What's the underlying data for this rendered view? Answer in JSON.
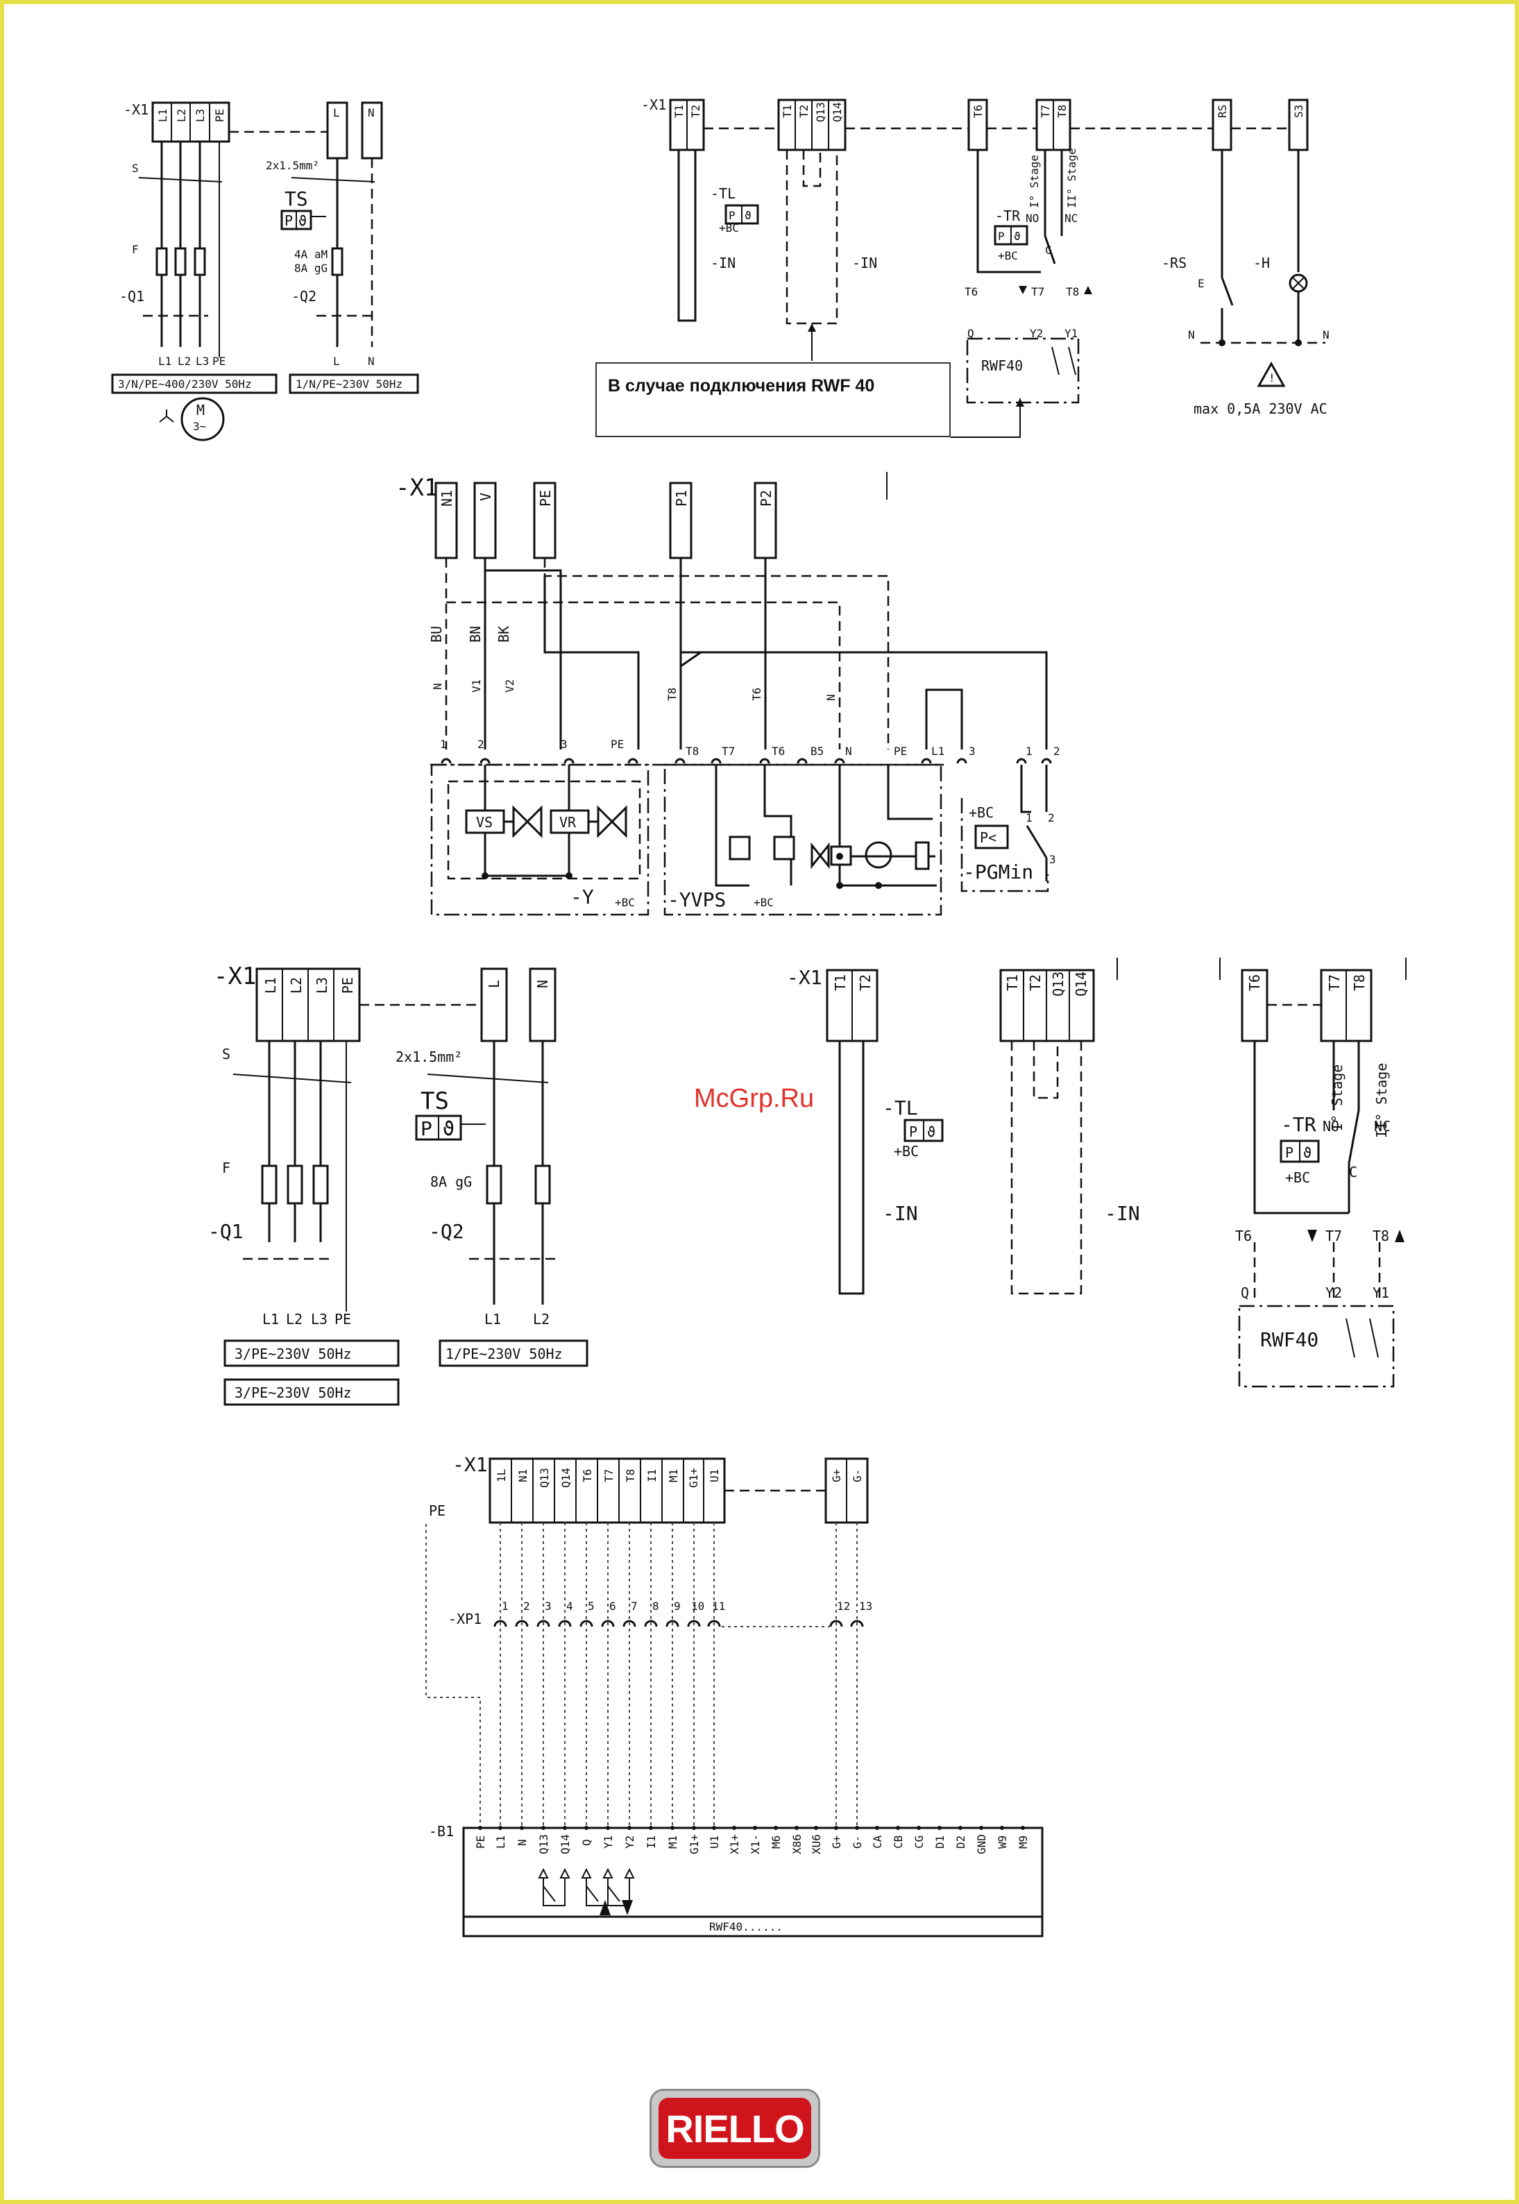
{
  "colors": {
    "border": "#e8e04a",
    "watermark": "#e0322a",
    "logo_red": "#d0141b"
  },
  "note": "В случае подключения RWF 40",
  "watermark": "McGrp.Ru",
  "logo": "RIELLO",
  "d1": {
    "x1": "-X1",
    "terms": [
      "L1",
      "L2",
      "L3",
      "PE"
    ],
    "terms2": [
      "L",
      "N"
    ],
    "s": "S",
    "f": "F",
    "q1": "-Q1",
    "q2": "-Q2",
    "ts": "TS",
    "cable": "2x1.5mm²",
    "fuse1": "4A aM",
    "fuse2": "8A gG",
    "out1": [
      "L1",
      "L2",
      "L3",
      "PE"
    ],
    "out2": [
      "L",
      "N"
    ],
    "supply1": "3/N/PE~400/230V 50Hz",
    "supply2": "1/N/PE~230V 50Hz",
    "motor": "M",
    "motor_sub": "3~",
    "p": "P",
    "theta": "ϑ"
  },
  "d2": {
    "x1": "-X1",
    "t_a": [
      "T1",
      "T2"
    ],
    "t_b": [
      "T1",
      "T2",
      "Q13",
      "Q14"
    ],
    "t_c": [
      "T6",
      "T7",
      "T8"
    ],
    "t_d": [
      "RS",
      "S3"
    ],
    "tl": "-TL",
    "in": "-IN",
    "bc": "+BC",
    "tr": "-TR",
    "no": "NO",
    "nc": "NC",
    "c": "C",
    "stage1": "I° Stage",
    "stage2": "II° Stage",
    "rwf_terms": [
      "T6",
      "T7",
      "T8"
    ],
    "q": "Q",
    "y2": "Y2",
    "y1": "Y1",
    "rwf": "RWF40",
    "rs": "-RS",
    "h": "-H",
    "e": "E",
    "n": "N",
    "max": "max 0,5A 230V AC"
  },
  "d3": {
    "x1": "-X1",
    "terms": [
      "N1",
      "V",
      "PE",
      "P1",
      "P2"
    ],
    "wires": [
      "BU",
      "BN",
      "BK"
    ],
    "v_lbl": [
      "N",
      "V1",
      "V2"
    ],
    "t_lbl": [
      "T8",
      "T6",
      "N"
    ],
    "pins_y": [
      "1",
      "2",
      "3",
      "PE"
    ],
    "pins_yvps": [
      "T8",
      "T7",
      "T6",
      "B5",
      "N",
      "PE",
      "L1",
      "3"
    ],
    "pins_pg": [
      "1",
      "2"
    ],
    "vs": "VS",
    "vr": "VR",
    "y": "-Y",
    "yvps": "-YVPS",
    "bc": "+BC",
    "pgmin": "-PGMin",
    "p_lt": "P<",
    "sw_pins": [
      "1",
      "2",
      "3"
    ]
  },
  "d4": {
    "x1": "-X1",
    "terms": [
      "L1",
      "L2",
      "L3",
      "PE"
    ],
    "terms2": [
      "L",
      "N"
    ],
    "s": "S",
    "f": "F",
    "q1": "-Q1",
    "q2": "-Q2",
    "ts": "TS",
    "cable": "2x1.5mm²",
    "fuse": "8A gG",
    "out1": [
      "L1",
      "L2",
      "L3",
      "PE"
    ],
    "out2": [
      "L1",
      "L2"
    ],
    "supply1a": "3/PE~230V 50Hz",
    "supply1b": "3/PE~230V 50Hz",
    "supply2": "1/PE~230V 50Hz",
    "p": "P",
    "theta": "ϑ"
  },
  "d5": {
    "x1": "-X1",
    "t_a": [
      "T1",
      "T2"
    ],
    "t_b": [
      "T1",
      "T2",
      "Q13",
      "Q14"
    ],
    "t_c": [
      "T6",
      "T7",
      "T8"
    ],
    "tl": "-TL",
    "in": "-IN",
    "bc": "+BC",
    "tr": "-TR",
    "no": "NO",
    "nc": "NC",
    "c": "C",
    "stage1": "I° Stage",
    "stage2": "II° Stage",
    "rwf_terms": [
      "T6",
      "T7",
      "T8"
    ],
    "q": "Q",
    "y2": "Y2",
    "y1": "Y1",
    "rwf": "RWF40"
  },
  "d6": {
    "x1": "-X1",
    "pe": "PE",
    "xp1": "-XP1",
    "b1": "-B1",
    "terms": [
      "1L",
      "N1",
      "Q13",
      "Q14",
      "T6",
      "T7",
      "T8",
      "I1",
      "M1",
      "G1+",
      "U1"
    ],
    "terms_g": [
      "G+",
      "G-"
    ],
    "pins": [
      "1",
      "2",
      "3",
      "4",
      "5",
      "6",
      "7",
      "8",
      "9",
      "10",
      "11"
    ],
    "pins_g": [
      "12",
      "13"
    ],
    "b1_terms": [
      "PE",
      "L1",
      "N",
      "Q13",
      "Q14",
      "Q",
      "Y1",
      "Y2",
      "I1",
      "M1",
      "G1+",
      "U1",
      "X1+",
      "X1-",
      "M6",
      "X86",
      "XU6",
      "G+",
      "G-",
      "CA",
      "CB",
      "CG",
      "D1",
      "D2",
      "GND",
      "W9",
      "M9"
    ],
    "title": "RWF40......"
  }
}
